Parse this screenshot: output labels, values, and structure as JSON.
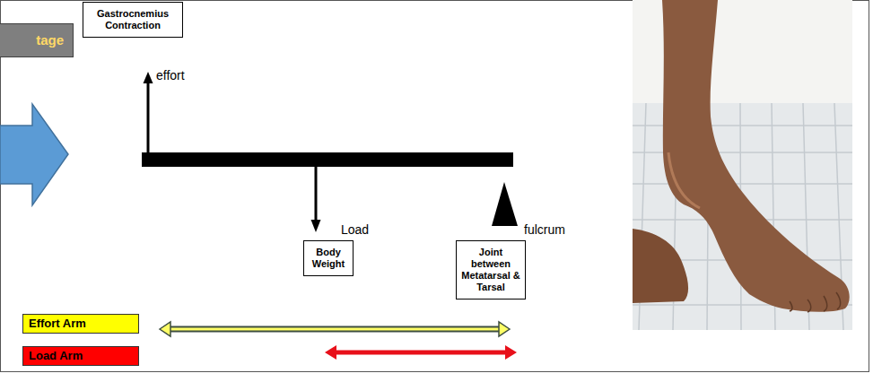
{
  "diagram": {
    "nodes": [
      {
        "text": [
          "tage"
        ]
      },
      {
        "text": [
          "Gastrocnemius Contraction"
        ]
      },
      {
        "text": [
          "Body Weight"
        ]
      },
      {
        "text": [
          "Joint between Metatarsal & Tarsal"
        ]
      }
    ],
    "labels": [
      "effort",
      "Load",
      "fulcrum"
    ],
    "legend": [
      {
        "text": "Effort Arm",
        "color": "#ffff00"
      },
      {
        "text": "Load Arm",
        "color": "#ff0000"
      }
    ]
  }
}
